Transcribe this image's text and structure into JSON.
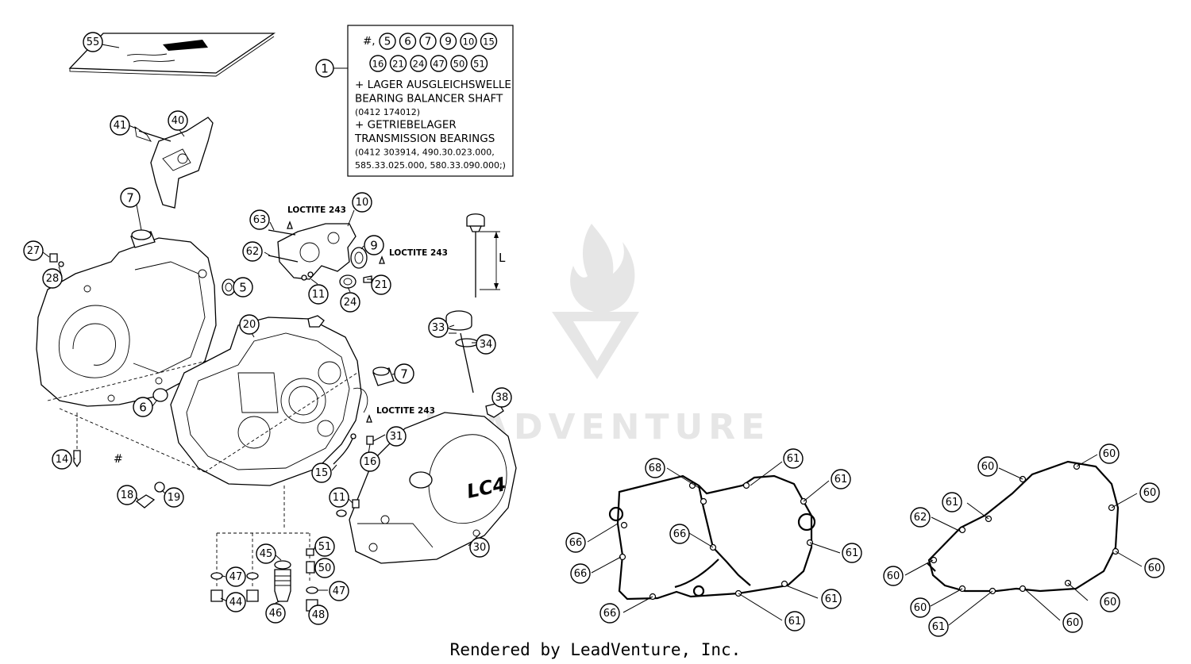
{
  "footer": "Rendered by LeadVenture, Inc.",
  "watermark": {
    "text": "LEADVENTURE",
    "color": "#e6e6e6"
  },
  "note_box": {
    "callout": "1",
    "hash": "#,",
    "refs_row1": [
      "5",
      "6",
      "7",
      "9",
      "10",
      "15"
    ],
    "refs_row2": [
      "16",
      "21",
      "24",
      "47",
      "50",
      "51"
    ],
    "lines": [
      {
        "text": "+ LAGER AUSGLEICHSWELLE",
        "size": "normal"
      },
      {
        "text": "BEARING BALANCER SHAFT",
        "size": "normal"
      },
      {
        "text": "(0412 174012)",
        "size": "small"
      },
      {
        "text": "+ GETRIEBELAGER",
        "size": "normal"
      },
      {
        "text": "TRANSMISSION BEARINGS",
        "size": "normal"
      },
      {
        "text": "(0412 303914, 490.30.023.000,",
        "size": "small"
      },
      {
        "text": "585.33.025.000, 580.33.090.000;)",
        "size": "small"
      }
    ]
  },
  "loctite_labels": [
    "LOCTITE 243",
    "LOCTITE 243",
    "LOCTITE 243"
  ],
  "dimension_label": "L",
  "hash_mark": "#",
  "callouts": [
    "55",
    "41",
    "40",
    "7",
    "27",
    "28",
    "5",
    "63",
    "62",
    "10",
    "9",
    "11",
    "24",
    "21",
    "20",
    "33",
    "34",
    "7",
    "6",
    "38",
    "31",
    "16",
    "14",
    "15",
    "18",
    "19",
    "11",
    "30",
    "45",
    "51",
    "50",
    "47",
    "47",
    "44",
    "46",
    "48",
    "68",
    "61",
    "61",
    "66",
    "66",
    "61",
    "66",
    "61",
    "66",
    "61",
    "60",
    "60",
    "60",
    "61",
    "62",
    "60",
    "60",
    "60",
    "60",
    "61",
    "60"
  ]
}
